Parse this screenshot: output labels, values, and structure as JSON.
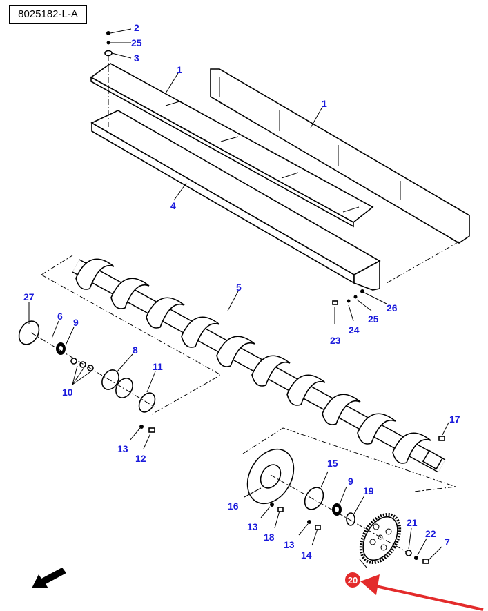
{
  "diagram_id": "8025182-L-A",
  "callouts": [
    "2",
    "25",
    "3",
    "1",
    "1",
    "4",
    "5",
    "27",
    "6",
    "9",
    "8",
    "11",
    "10",
    "13",
    "12",
    "26",
    "25",
    "24",
    "23",
    "17",
    "15",
    "9",
    "19",
    "16",
    "13",
    "18",
    "13",
    "14",
    "21",
    "22",
    "7"
  ],
  "highlighted_callout": "20",
  "colors": {
    "callout": "#1a1adc",
    "highlight": "#e32b2b"
  }
}
